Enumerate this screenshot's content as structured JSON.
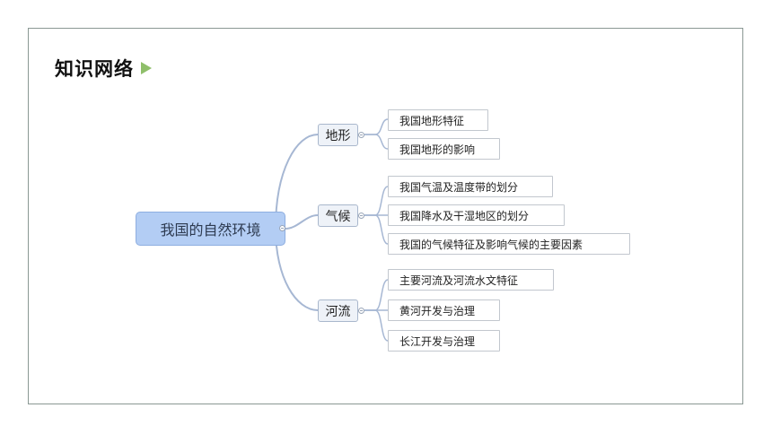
{
  "title": "知识网络",
  "icons": {
    "title_arrow": "play-triangle-icon",
    "collapse": "collapse-minus-icon"
  },
  "colors": {
    "root_fill": "#b3cdf4",
    "branch_fill": "#eef2f8",
    "connector": "#a6b7d3",
    "title_arrow": "#8fbf6a"
  },
  "mindmap": {
    "root": "我国的自然环境",
    "branches": [
      {
        "label": "地形",
        "leaves": [
          "我国地形特征",
          "我国地形的影响"
        ]
      },
      {
        "label": "气候",
        "leaves": [
          "我国气温及温度带的划分",
          "我国降水及干湿地区的划分",
          "我国的气候特征及影响气候的主要因素"
        ]
      },
      {
        "label": "河流",
        "leaves": [
          "主要河流及河流水文特征",
          "黄河开发与治理",
          "长江开发与治理"
        ]
      }
    ]
  }
}
